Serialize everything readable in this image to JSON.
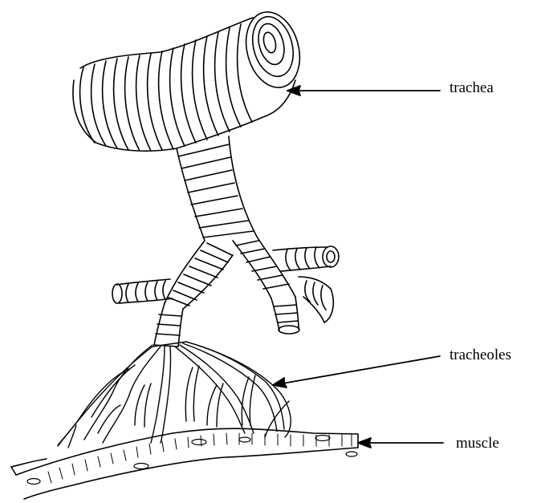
{
  "labels": {
    "trachea": "trachea",
    "tracheoles": "tracheoles",
    "muscle": "muscle"
  },
  "colors": {
    "ink": "#000000",
    "paper": "#ffffff"
  }
}
